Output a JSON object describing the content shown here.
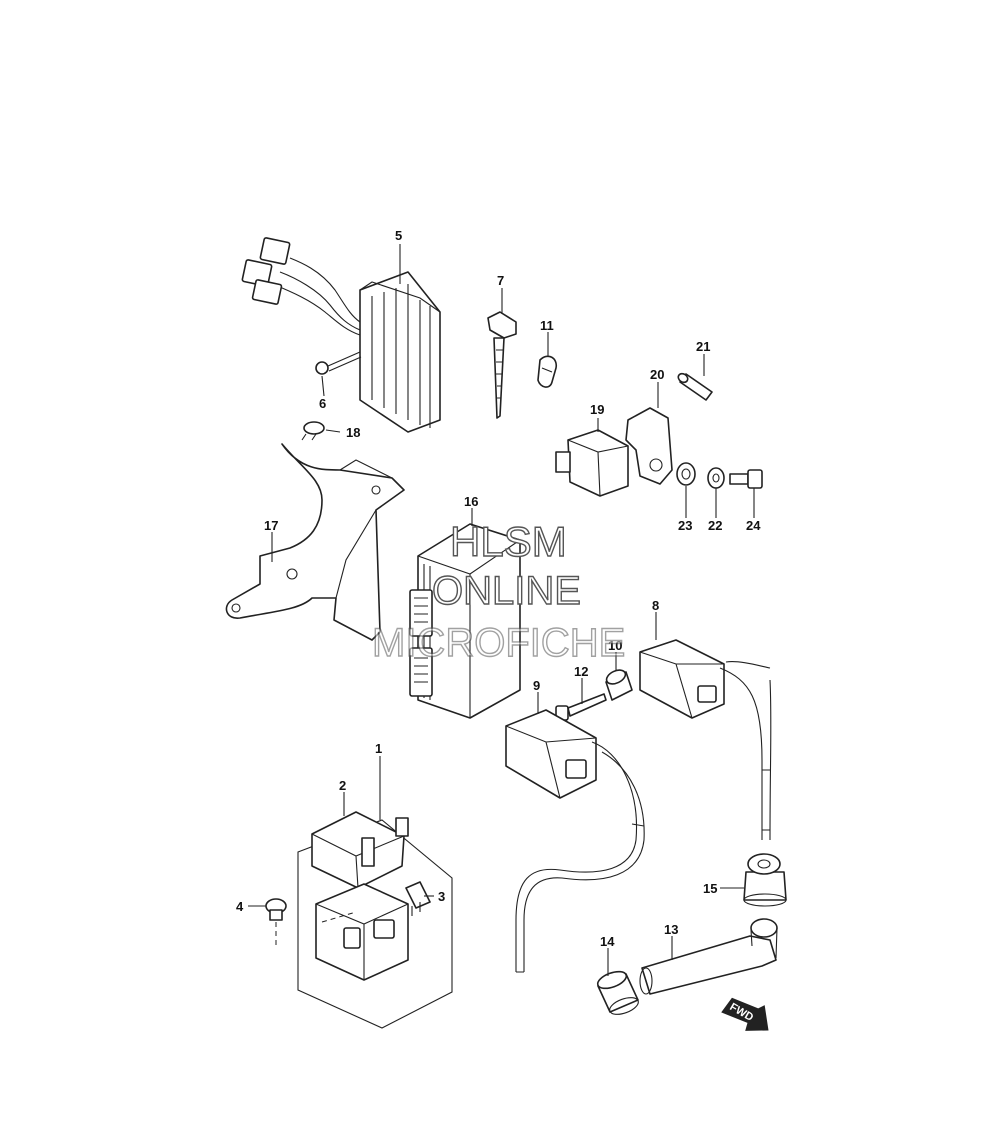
{
  "callouts": [
    "1",
    "2",
    "3",
    "4",
    "5",
    "6",
    "7",
    "8",
    "9",
    "10",
    "11",
    "12",
    "13",
    "14",
    "15",
    "16",
    "17",
    "18",
    "19",
    "20",
    "21",
    "22",
    "23",
    "24"
  ],
  "watermark": {
    "line1": "HLSM",
    "line2": "ONLINE",
    "line3": "MICROFICHE"
  },
  "direction_label": "FWD"
}
